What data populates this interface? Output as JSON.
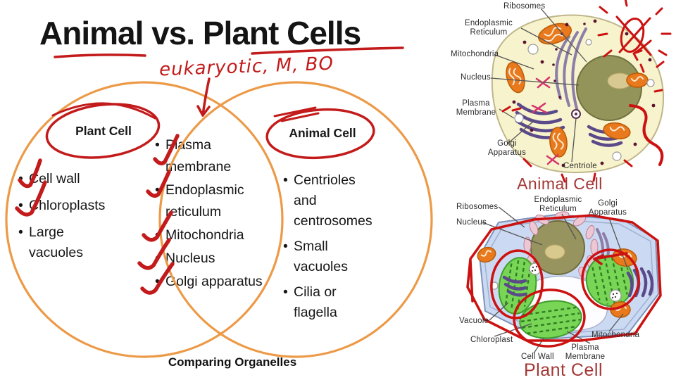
{
  "colors": {
    "venn_circle_orange": "#EC9A47",
    "annotation_red": "#C31B1B",
    "figure_caption_red": "#A43837"
  },
  "slide": {
    "title": "Animal vs. Plant Cells",
    "note": "eukaryotic, M, BO",
    "caption": "Comparing Organelles",
    "venn": {
      "left_label": "Plant Cell",
      "right_label": "Animal Cell",
      "left_items": [
        "Cell wall",
        "Chloroplasts",
        "Large\nvacuoles"
      ],
      "shared_items": [
        "Plasma\nmembrane",
        "Endoplasmic\nreticulum",
        "Mitochondria",
        "Nucleus",
        "Golgi apparatus"
      ],
      "right_items": [
        "Centrioles\nand\ncentrosomes",
        "Small\nvacuoles",
        "Cilia or\nflagella"
      ]
    }
  },
  "animal_figure": {
    "caption": "Animal Cell",
    "labels": {
      "ribosomes": "Ribosomes",
      "er": "Endoplasmic\nReticulum",
      "mitochondria": "Mitochondria",
      "nucleus": "Nucleus",
      "plasma_membrane": "Plasma\nMembrane",
      "golgi": "Golgi\nApparatus",
      "centriole": "Centriole"
    }
  },
  "plant_figure": {
    "caption": "Plant Cell",
    "labels": {
      "ribosomes": "Ribosomes",
      "er": "Endoplasmic\nReticulum",
      "golgi": "Golgi\nApparatus",
      "nucleus": "Nucleus",
      "vacuole": "Vacuole",
      "chloroplast": "Chloroplast",
      "cell_wall": "Cell Wall",
      "plasma_membrane": "Plasma\nMembrane",
      "mitochondria": "Mitochondria"
    }
  }
}
